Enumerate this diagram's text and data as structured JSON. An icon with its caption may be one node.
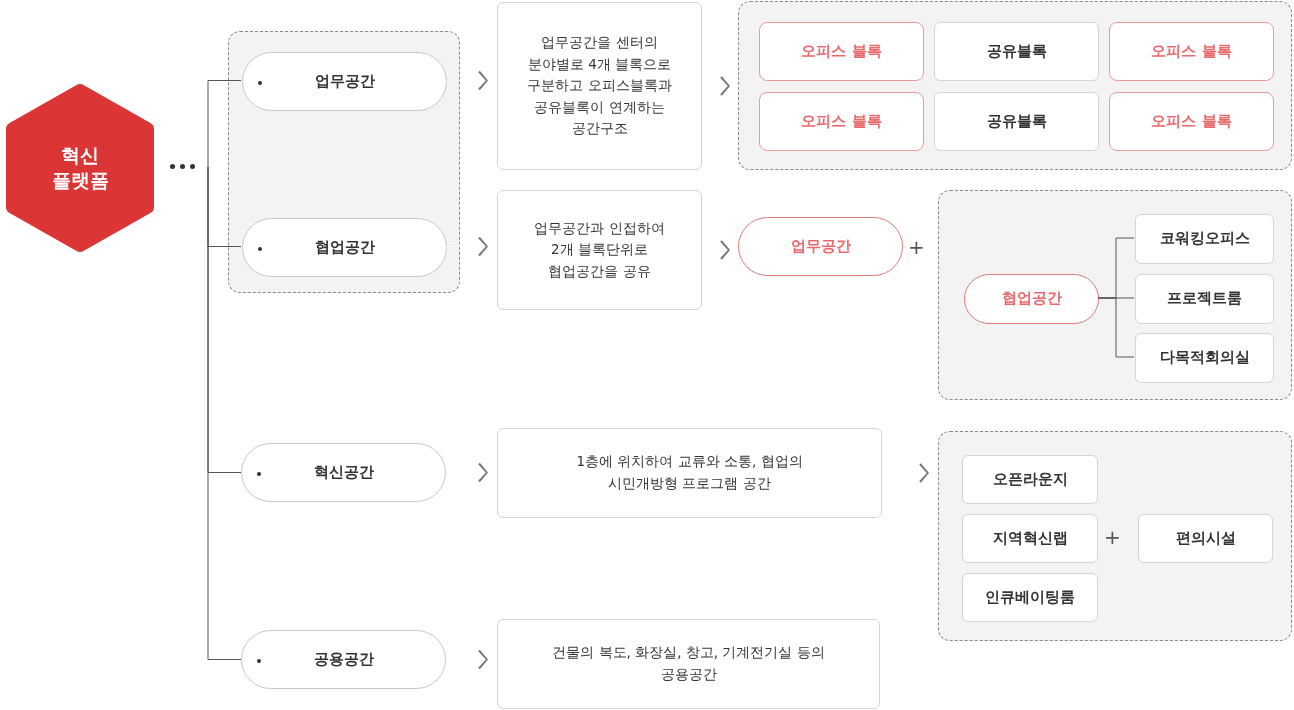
{
  "diagram": {
    "nodes": [
      {
        "text": [
          "혁신 플랫폼"
        ]
      },
      {
        "text": [],
        "shape": "box"
      },
      {
        "text": [
          "업무공간"
        ],
        "in": 1
      },
      {
        "text": [
          "협업공간"
        ],
        "in": 1
      },
      {
        "text": [
          "혁신공간"
        ]
      },
      {
        "text": [
          "공용공간"
        ]
      },
      {
        "text": [
          "업무공간을 센터의 분야별로 4개 블록으로 구분하고 오피스블록과 공유블록이 연계하는 공간구조"
        ]
      },
      {
        "text": [
          "업무공간과 인접하여 2개 블록단위로 협업공간을 공유"
        ]
      },
      {
        "text": [
          "1층에 위치하여 교류와 소통, 협업의 시민개방형 프로그램 공간"
        ]
      },
      {
        "text": [
          "건물의 복도, 화장실, 창고, 기계전기실 등의 공용공간"
        ]
      },
      {
        "text": [],
        "shape": "box"
      },
      {
        "text": [
          "오피스 블록"
        ],
        "in": 10
      },
      {
        "text": [
          "공유블록"
        ],
        "in": 10
      },
      {
        "text": [
          "오피스 블록"
        ],
        "in": 10
      },
      {
        "text": [
          "오피스 블록"
        ],
        "in": 10
      },
      {
        "text": [
          "공유블록"
        ],
        "in": 10
      },
      {
        "text": [
          "오피스 블록"
        ],
        "in": 10
      },
      {
        "text": [
          "업무공간"
        ]
      },
      {
        "text": [],
        "shape": "box"
      },
      {
        "text": [
          "협업공간"
        ],
        "in": 18
      },
      {
        "text": [
          "코워킹오피스"
        ],
        "in": 18
      },
      {
        "text": [
          "프로젝트룸"
        ],
        "in": 18
      },
      {
        "text": [
          "다목적회의실"
        ],
        "in": 18
      },
      {
        "text": [],
        "shape": "box"
      },
      {
        "text": [
          "오픈라운지"
        ],
        "in": 23
      },
      {
        "text": [
          "지역혁신랩"
        ],
        "in": 23
      },
      {
        "text": [
          "인큐베이팅룸"
        ],
        "in": 23
      },
      {
        "text": [
          "편의시설"
        ],
        "in": 23
      }
    ],
    "edges": [
      {
        "from": 0,
        "to": 2,
        "arrow": "none"
      },
      {
        "from": 0,
        "to": 3,
        "arrow": "none"
      },
      {
        "from": 0,
        "to": 4,
        "arrow": "none"
      },
      {
        "from": 0,
        "to": 5,
        "arrow": "none"
      },
      {
        "from": 2,
        "to": 6,
        "arrow": "to",
        "color": "#ffffff"
      },
      {
        "from": 3,
        "to": 7,
        "arrow": "to",
        "color": "#ffffff"
      },
      {
        "from": 4,
        "to": 8,
        "arrow": "to",
        "color": "#ffffff"
      },
      {
        "from": 5,
        "to": 9,
        "arrow": "to",
        "color": "#ffffff"
      },
      {
        "from": 6,
        "to": 10,
        "arrow": "to",
        "color": "#ffffff"
      },
      {
        "from": 7,
        "to": 17,
        "arrow": "to",
        "color": "#ffffff"
      },
      {
        "from": 8,
        "to": 23,
        "arrow": "to",
        "color": "#ffffff"
      },
      {
        "from": 19,
        "to": 20,
        "arrow": "none"
      },
      {
        "from": 19,
        "to": 21,
        "arrow": "none"
      },
      {
        "from": 19,
        "to": 22,
        "arrow": "none"
      }
    ],
    "labels": [
      "+",
      "+"
    ]
  }
}
